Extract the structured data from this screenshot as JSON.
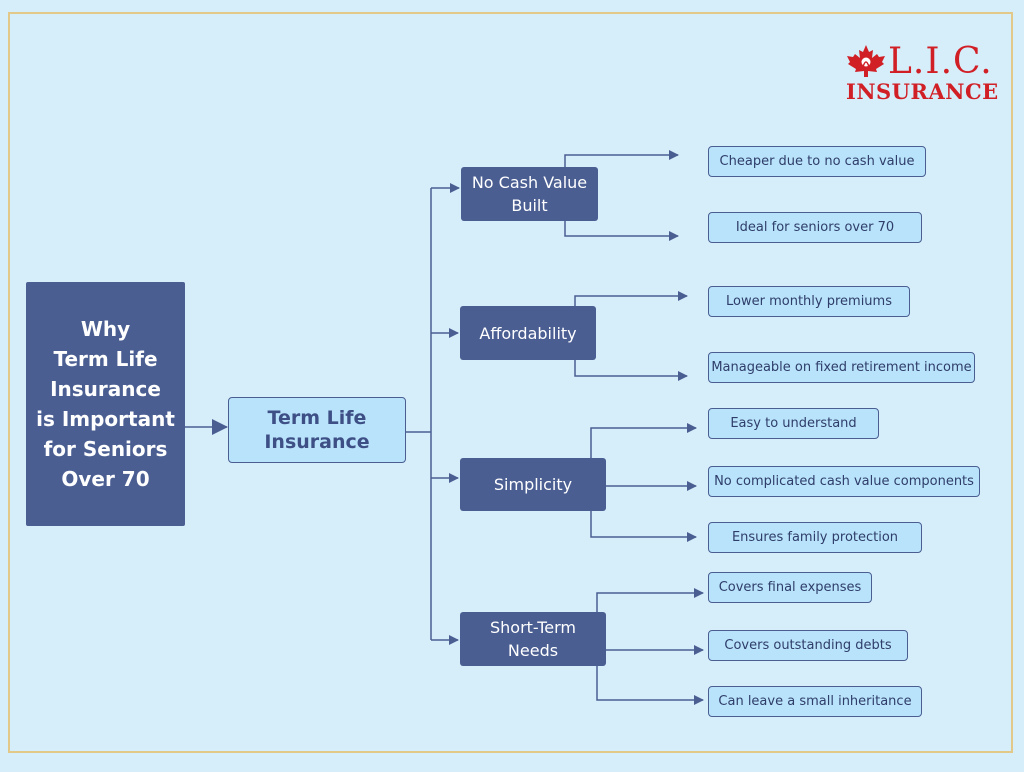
{
  "brand": {
    "name": "L.I.C.",
    "subtitle": "INSURANCE",
    "color": "#d11f26"
  },
  "colors": {
    "background": "#d6eefa",
    "dark_box": "#4a5e92",
    "light_box": "#b8e3fa",
    "frame": "#e2c98a"
  },
  "root": {
    "label": "Why\nTerm Life\nInsurance\nis Important\nfor Seniors\nOver 70"
  },
  "center": {
    "label": "Term Life\nInsurance"
  },
  "categories": [
    {
      "label": "No Cash Value\nBuilt",
      "items": [
        "Cheaper due to no cash value",
        "Ideal for seniors over 70"
      ]
    },
    {
      "label": "Affordability",
      "items": [
        "Lower monthly premiums",
        "Manageable on fixed retirement income"
      ]
    },
    {
      "label": "Simplicity",
      "items": [
        "Easy to understand",
        "No complicated cash value components",
        "Ensures family protection"
      ]
    },
    {
      "label": "Short-Term\nNeeds",
      "items": [
        "Covers final expenses",
        "Covers outstanding debts",
        "Can leave a small inheritance"
      ]
    }
  ]
}
